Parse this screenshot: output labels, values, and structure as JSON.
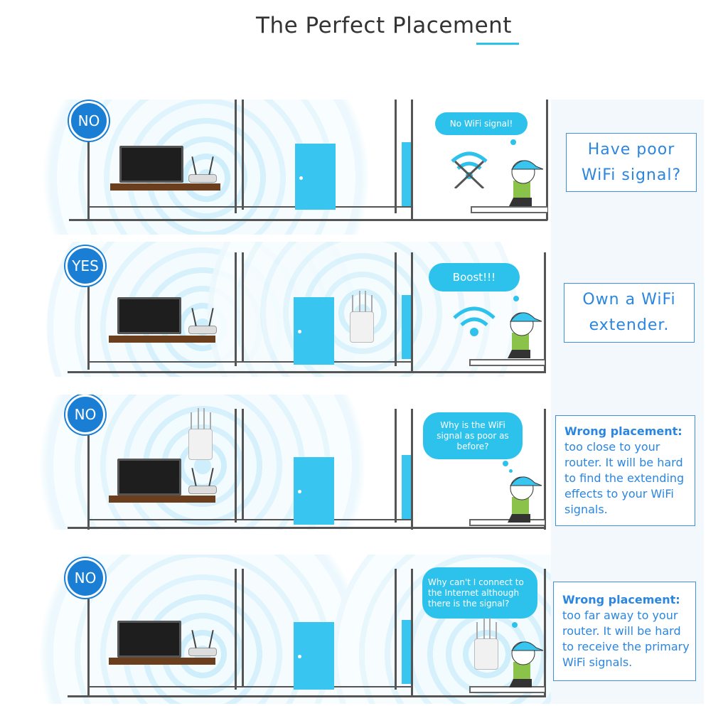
{
  "title": "The Perfect Placement",
  "colors": {
    "accent": "#2bc4e8",
    "badge": "#1a7fd4",
    "text_box": "#2a86e0",
    "door": "#38c5ef",
    "bubble": "#2dc2ec"
  },
  "panels": [
    {
      "badge": "NO",
      "bubble": "No WiFi signal!",
      "wifi_icon": "wifi-crossed-icon",
      "box_line1": "Have poor",
      "box_line2": "WiFi signal?"
    },
    {
      "badge": "YES",
      "bubble": "Boost!!!",
      "wifi_icon": "wifi-icon",
      "box_line1": "Own a WiFi",
      "box_line2": "extender."
    },
    {
      "badge": "NO",
      "bubble": "Why is the WiFi signal as poor as before?",
      "box_heading": "Wrong placement:",
      "box_body": "too close to your router. It will be hard to find the extending effects to your WiFi signals."
    },
    {
      "badge": "NO",
      "bubble": "Why can't I connect to the Internet although there is the signal?",
      "box_heading": "Wrong placement:",
      "box_body": "too far away to your router. It will be hard to receive the primary WiFi signals."
    }
  ]
}
